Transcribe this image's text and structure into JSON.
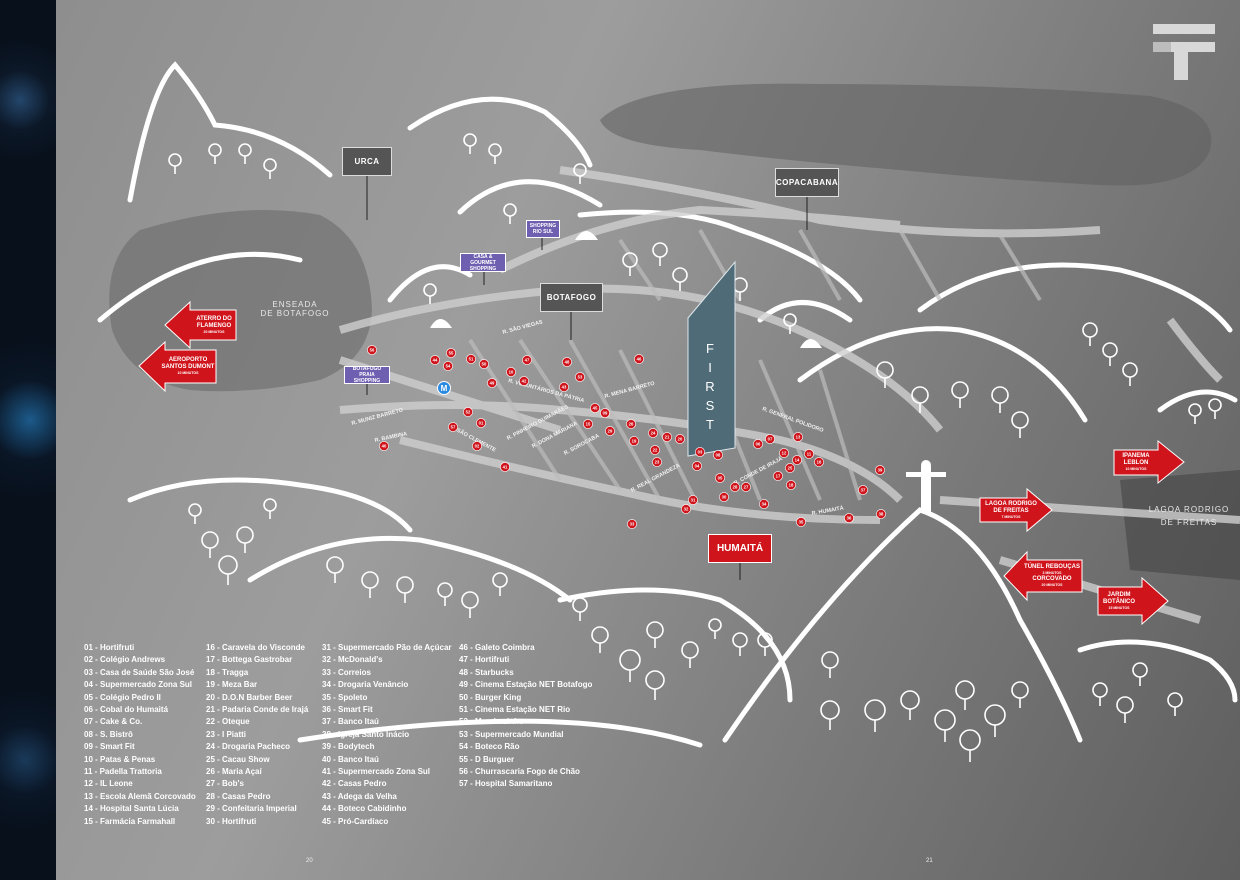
{
  "neighborhoods": {
    "urca": "URCA",
    "copacabana": "COPACABANA",
    "botafogo": "BOTAFOGO",
    "humaita": "HUMAITÁ"
  },
  "malls": {
    "rio_sul": "SHOPPING RIO SUL",
    "casa_gourmet": "CASA & GOURMET SHOPPING",
    "botafogo_praia": "BOTAFOGO PRAIA SHOPPING"
  },
  "water": {
    "enseada_line1": "ENSEADA",
    "enseada_line2": "DE BOTAFOGO",
    "lagoa": "LAGOA RODRIGO DE FREITAS"
  },
  "building": [
    "F",
    "I",
    "R",
    "S",
    "T"
  ],
  "metro": "M",
  "streets": {
    "sa_ferreira": "R. SÃO VIEGAS",
    "voluntarios": "R. VOLUNTÁRIOS DA PÁTRIA",
    "muniz_barreto": "R. MUNIZ BARRETO",
    "bambina": "R. BAMBINA",
    "sao_clemente": "R. SÃO CLEMENTE",
    "general_polidoro": "R. GENERAL POLIDORO",
    "conde_de_iraja": "R. CONDE DE IRAJÁ",
    "humaita_street": "R. HUMAITÁ",
    "real_grandeza": "R. REAL GRANDEZA",
    "sorocaba": "R. SOROCABA",
    "pinheiro": "R. PINHEIRO GUIMARÃES",
    "dona_mariana": "R. DONA MARIANA",
    "mena_barreto": "R. MENA BARRETO"
  },
  "arrows": {
    "aterro": {
      "title": "ATERRO DO FLAMENGO",
      "time": "20 MINUTOS"
    },
    "aeroporto": {
      "title": "AEROPORTO SANTOS DUMONT",
      "time": "10 MINUTOS"
    },
    "ipanema": {
      "title": "IPANEMA LEBLON",
      "time": "10 MINUTOS"
    },
    "lagoa": {
      "title": "LAGOA RODRIGO DE FREITAS",
      "time": "7 MINUTOS"
    },
    "tunel": {
      "title": "TÚNEL REBOUÇAS",
      "time": "3 MINUTOS",
      "title2": "CORCOVADO",
      "time2": "20 MINUTOS"
    },
    "jardim": {
      "title": "JARDIM BOTÂNICO",
      "time": "15 MINUTOS"
    }
  },
  "legend": [
    [
      "01 - Hortifruti",
      "02 - Colégio Andrews",
      "03 - Casa de Saúde São José",
      "04 - Supermercado Zona Sul",
      "05 - Colégio Pedro II",
      "06 - Cobal do Humaitá",
      "07 - Cake & Co.",
      "08 - S. Bistrô",
      "09 - Smart Fit",
      "10 - Patas & Penas",
      "11 - Padella Trattoria",
      "12 - IL Leone",
      "13 - Escola Alemã Corcovado",
      "14 - Hospital Santa Lúcia",
      "15 - Farmácia Farmahall"
    ],
    [
      "16 - Caravela do Visconde",
      "17 - Bottega Gastrobar",
      "18 - Tragga",
      "19 - Meza Bar",
      "20 - D.O.N Barber Beer",
      "21 - Padaria Conde de Irajá",
      "22 - Oteque",
      "23 - I Piatti",
      "24 - Drogaria Pacheco",
      "25 - Cacau Show",
      "26 - Maria Açaí",
      "27 - Bob's",
      "28 - Casas Pedro",
      "29 - Confeitaria Imperial",
      "30 - Hortifruti"
    ],
    [
      "31 - Supermercado Pão de Açúcar",
      "32 - McDonald's",
      "33 - Correios",
      "34 - Drogaria Venâncio",
      "35 - Spoleto",
      "36 - Smart Fit",
      "37 - Banco Itaú",
      "38 - Igreja Santo Inácio",
      "39 - Bodytech",
      "40 - Banco Itaú",
      "41 - Supermercado Zona Sul",
      "42 - Casas Pedro",
      "43 - Adega da Velha",
      "44 - Boteco Cabidinho",
      "45 - Pró-Cardíaco"
    ],
    [
      "46 - Galeto Coimbra",
      "47 - Hortifruti",
      "48 - Starbucks",
      "49 - Cinema Estação NET Botafogo",
      "50 - Burger King",
      "51 - Cinema Estação NET Rio",
      "52 - Marchezinho",
      "53 - Supermercado Mundial",
      "54 - Boteco Rão",
      "55 - D Burguer",
      "56 - Churrascaria Fogo de Chão",
      "57 - Hospital Samaritano"
    ]
  ],
  "markers": [
    "56",
    "44",
    "55",
    "51",
    "50",
    "47",
    "48",
    "46",
    "54",
    "49",
    "10",
    "42",
    "43",
    "45",
    "09",
    "53",
    "52",
    "01",
    "57",
    "02",
    "15",
    "29",
    "26",
    "24",
    "21",
    "20",
    "19",
    "22",
    "23",
    "04",
    "03",
    "05",
    "06",
    "07",
    "12",
    "13",
    "11",
    "14",
    "16",
    "17",
    "18",
    "25",
    "27",
    "28",
    "30",
    "31",
    "32",
    "33",
    "34",
    "35",
    "36",
    "37",
    "38",
    "39",
    "40",
    "41",
    "08"
  ],
  "page_numbers": {
    "left": "20",
    "right": "21"
  },
  "colors": {
    "accent_red": "#d0141c",
    "mall_purple": "#6f5fb0",
    "label_gray": "#555555"
  }
}
